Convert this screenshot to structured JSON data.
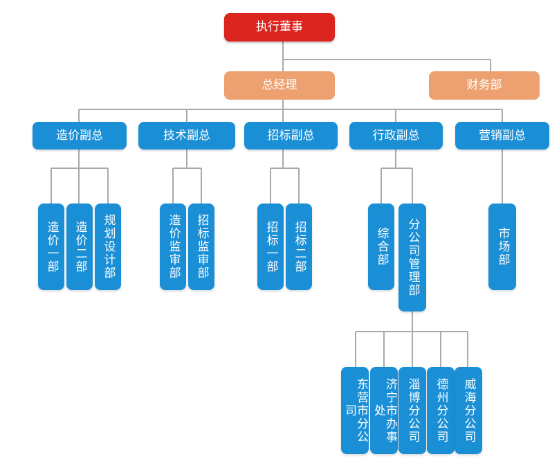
{
  "colors": {
    "executive": "#d9251d",
    "level2": "#eea170",
    "units": "#1a8fd6",
    "connector": "#a7a9ac"
  },
  "org": {
    "executive": "执行董事",
    "general_manager": "总经理",
    "finance": "财务部",
    "vps": [
      {
        "label": "造价副总",
        "departments": [
          "造价一部",
          "造价二部",
          "规划设计部"
        ]
      },
      {
        "label": "技术副总",
        "departments": [
          "造价监审部",
          "招标监审部"
        ]
      },
      {
        "label": "招标副总",
        "departments": [
          "招标一部",
          "招标二部"
        ]
      },
      {
        "label": "行政副总",
        "departments": [
          "综合部",
          "分公司管理部"
        ]
      },
      {
        "label": "营销副总",
        "departments": [
          "市场部"
        ]
      }
    ],
    "branches": [
      "东营市分公司",
      "济宁市办事处",
      "淄博分公司",
      "德州分公司",
      "威海分公司"
    ]
  }
}
